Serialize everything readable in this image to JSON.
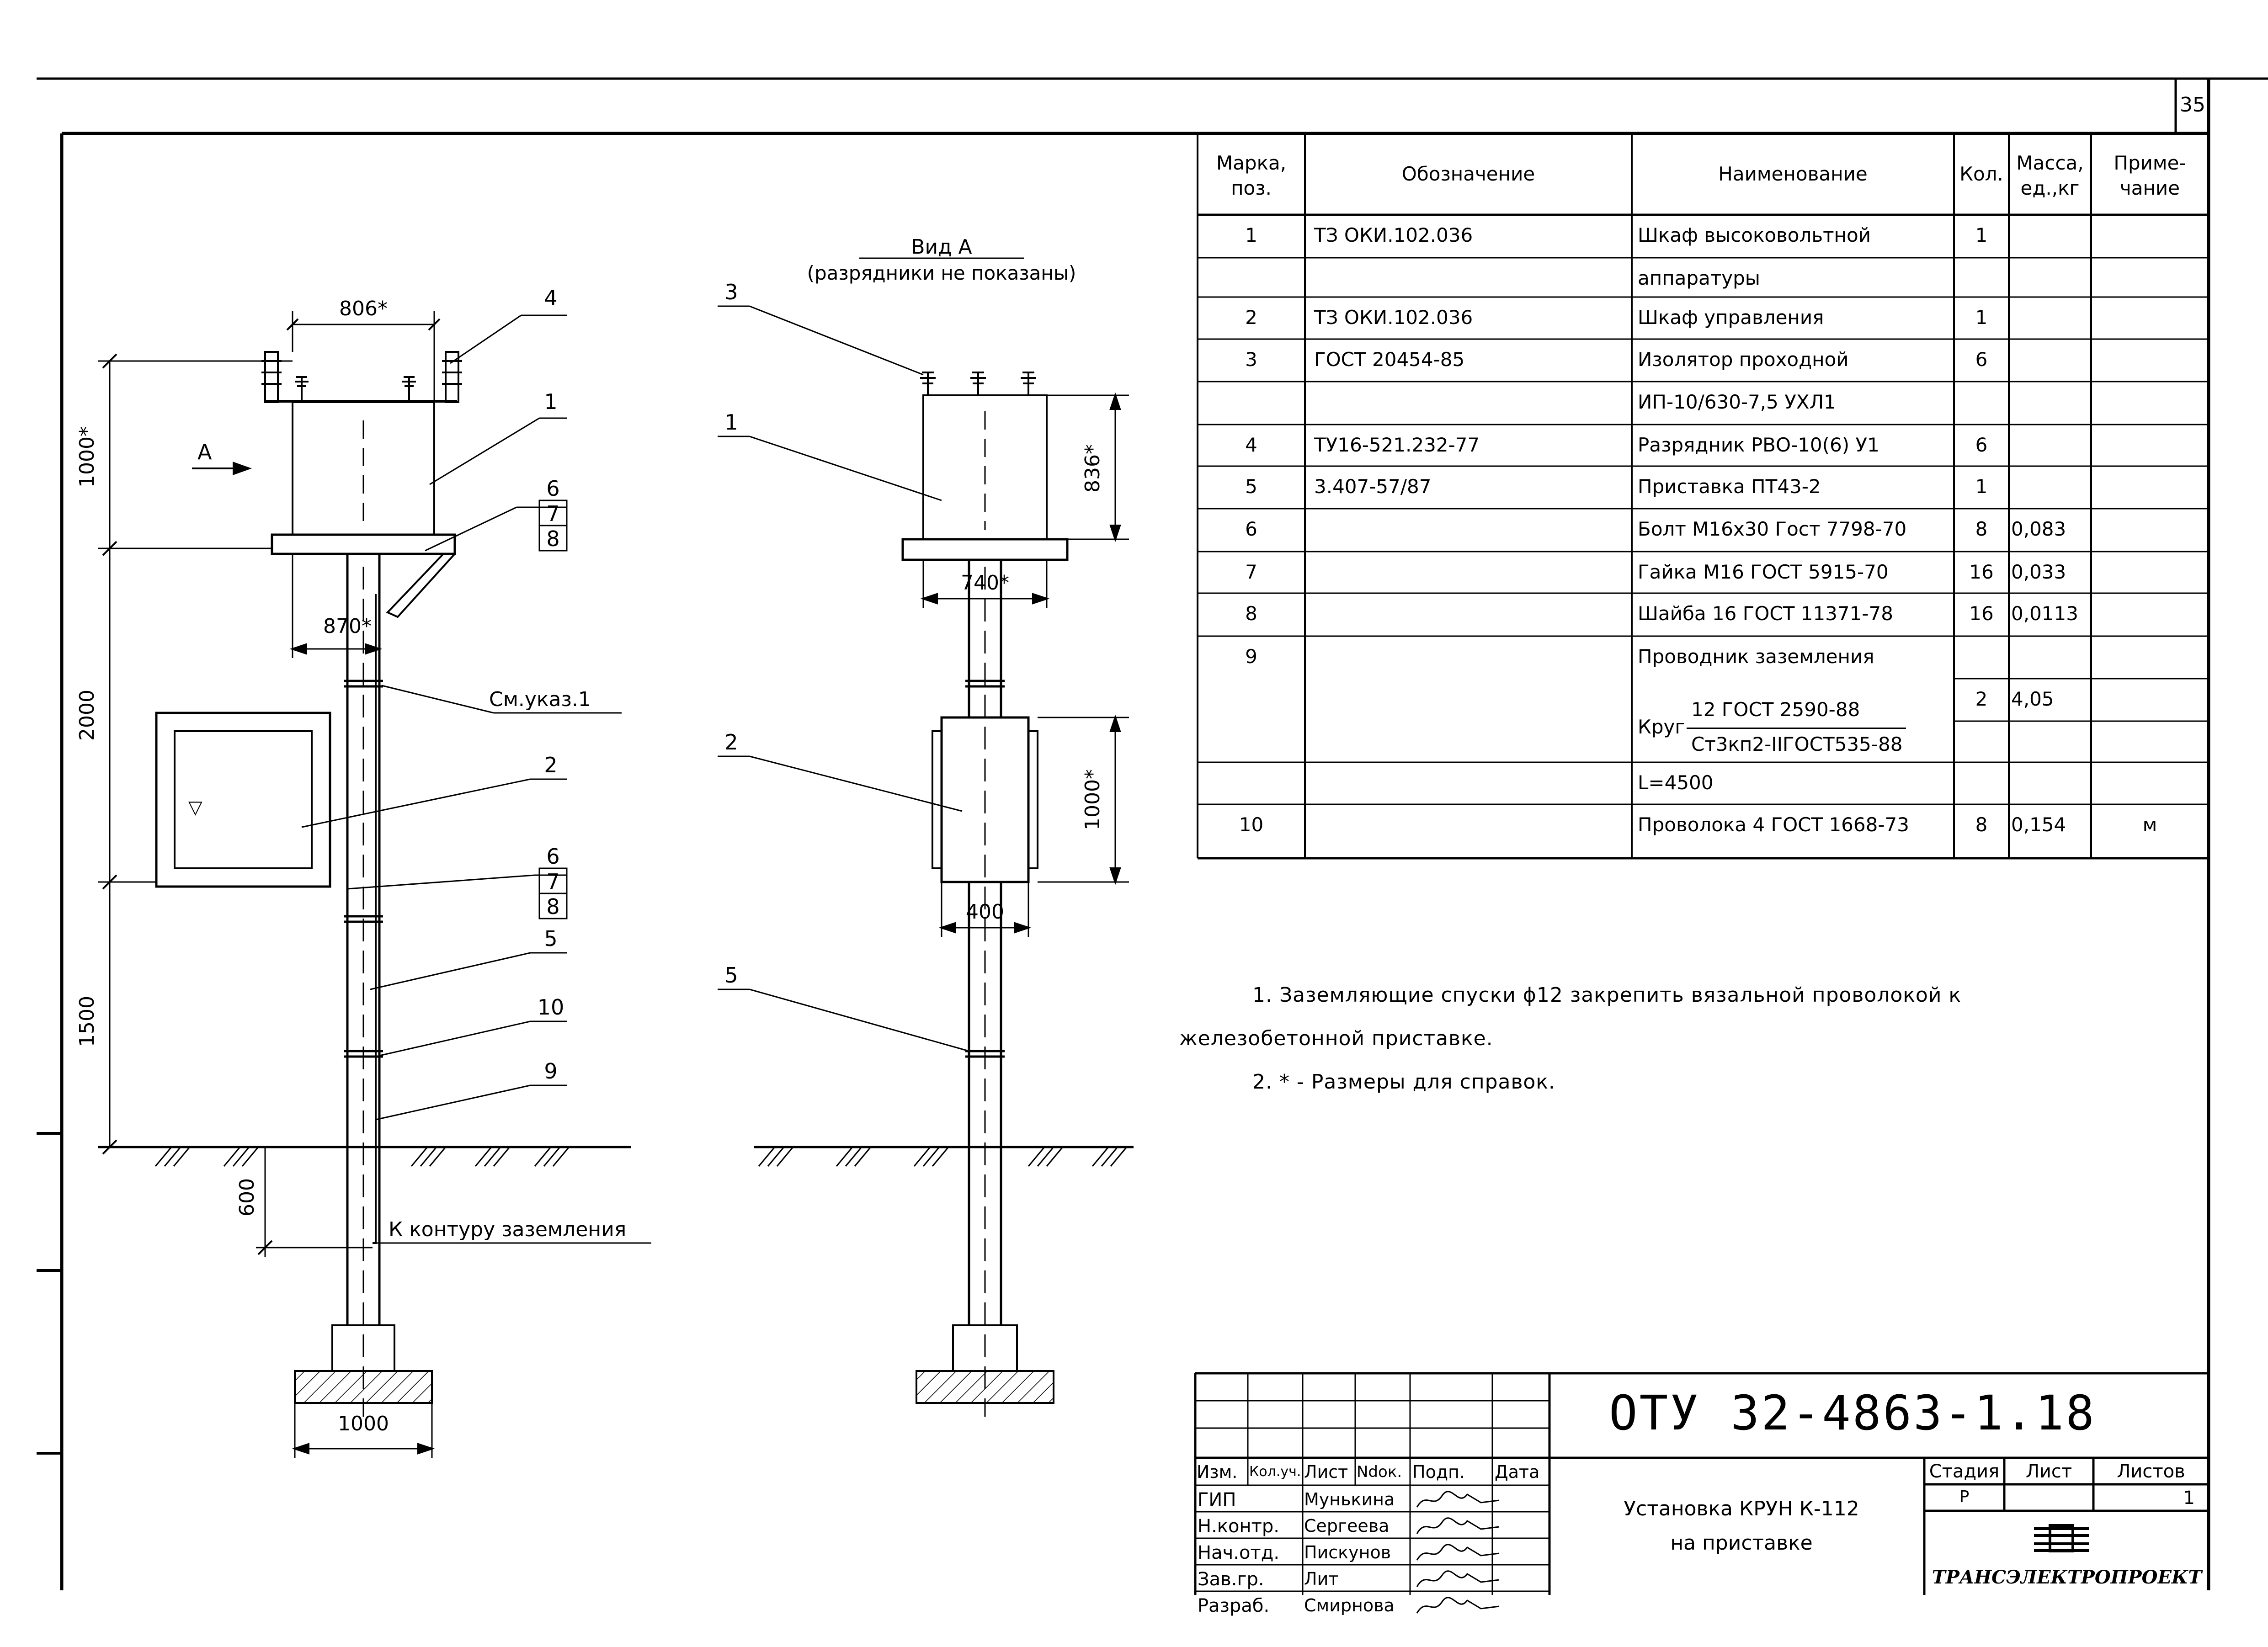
{
  "sheet_number": "35",
  "drawing": {
    "view_title": "Вид А",
    "view_subtitle": "(разрядники не показаны)",
    "view_arrow_label": "А",
    "dims": {
      "top_width": "806*",
      "mount_width": "870*",
      "base_width": "1000",
      "h_top": "1000*",
      "h_mid": "2000",
      "h_low": "1500",
      "depth": "600",
      "side_box_h": "836*",
      "side_mount_w": "740*",
      "side_cab_h": "1000*",
      "side_cab_w": "400"
    },
    "callouts": {
      "c4": "4",
      "c1": "1",
      "c6a": "6",
      "c7a": "7",
      "c8a": "8",
      "c2": "2",
      "c6b": "6",
      "c7b": "7",
      "c8b": "8",
      "c5": "5",
      "c10": "10",
      "c9": "9",
      "s3": "3",
      "s1": "1",
      "s2": "2",
      "s5": "5"
    },
    "note_ref": "См.указ.1",
    "ground_label": "К контуру заземления",
    "cabinet_mark": "▽"
  },
  "spec": {
    "headers": [
      "Марка, поз.",
      "Обозначение",
      "Наименование",
      "Кол.",
      "Масса, ед.,кг",
      "Приме-чание"
    ],
    "header_lines": {
      "mark": [
        "Марка,",
        "поз."
      ],
      "designation": [
        "Обозначение"
      ],
      "name": [
        "Наименование"
      ],
      "qty": [
        "Кол."
      ],
      "mass": [
        "Масса,",
        "ед.,кг"
      ],
      "note": [
        "Приме-",
        "чание"
      ]
    },
    "rows": [
      {
        "mark": "1",
        "designation": "ТЗ ОКИ.102.036",
        "name": "Шкаф высоковольтной",
        "qty": "1",
        "mass": "",
        "note": ""
      },
      {
        "mark": "",
        "designation": "",
        "name": "аппаратуры",
        "qty": "",
        "mass": "",
        "note": ""
      },
      {
        "mark": "2",
        "designation": "ТЗ ОКИ.102.036",
        "name": "Шкаф управления",
        "qty": "1",
        "mass": "",
        "note": ""
      },
      {
        "mark": "3",
        "designation": "ГОСТ 20454-85",
        "name": "Изолятор проходной",
        "qty": "6",
        "mass": "",
        "note": ""
      },
      {
        "mark": "",
        "designation": "",
        "name": "ИП-10/630-7,5 УХЛ1",
        "qty": "",
        "mass": "",
        "note": ""
      },
      {
        "mark": "4",
        "designation": "ТУ16-521.232-77",
        "name": "Разрядник РВО-10(6) У1",
        "qty": "6",
        "mass": "",
        "note": ""
      },
      {
        "mark": "5",
        "designation": "3.407-57/87",
        "name": "Приставка ПТ43-2",
        "qty": "1",
        "mass": "",
        "note": ""
      },
      {
        "mark": "6",
        "designation": "",
        "name": "Болт М16х30 Гост 7798-70",
        "qty": "8",
        "mass": "0,083",
        "note": ""
      },
      {
        "mark": "7",
        "designation": "",
        "name": "Гайка М16 ГОСТ 5915-70",
        "qty": "16",
        "mass": "0,033",
        "note": ""
      },
      {
        "mark": "8",
        "designation": "",
        "name": "Шайба 16 ГОСТ 11371-78",
        "qty": "16",
        "mass": "0,0113",
        "note": ""
      },
      {
        "mark": "9",
        "designation": "",
        "name": "Проводник заземления",
        "qty": "",
        "mass": "",
        "note": ""
      },
      {
        "mark": "",
        "designation": "",
        "name": "",
        "qty": "2",
        "mass": "4,05",
        "note": ""
      },
      {
        "mark": "",
        "designation": "",
        "name": "",
        "qty": "",
        "mass": "",
        "note": ""
      },
      {
        "mark": "",
        "designation": "",
        "name": "L=4500",
        "qty": "",
        "mass": "",
        "note": ""
      },
      {
        "mark": "10",
        "designation": "",
        "name": "Проволока 4  ГОСТ 1668-73",
        "qty": "8",
        "mass": "0,154",
        "note": "м"
      }
    ],
    "krug": {
      "prefix": "Круг",
      "numerator": "12 ГОСТ 2590-88",
      "denominator": "Ст3кп2-IIГОСТ535-88"
    }
  },
  "notes": [
    "1. Заземляющие спуски ϕ12 закрепить вязальной проволокой к",
    "железобетонной приставке.",
    "2. * - Размеры для справок."
  ],
  "title_block": {
    "code": "ОТУ 32-4863-1.18",
    "title_line1": "Установка КРУН К-112",
    "title_line2": "на приставке",
    "col_headers": [
      "Изм.",
      "Кол.уч.",
      "Лист",
      "Ndок.",
      "Подп.",
      "Дата"
    ],
    "people": [
      {
        "role": "ГИП",
        "name": "Мунькина"
      },
      {
        "role": "Н.контр.",
        "name": "Сергеева"
      },
      {
        "role": "Нач.отд.",
        "name": "Пискунов"
      },
      {
        "role": "Зав.гр.",
        "name": "Лит"
      },
      {
        "role": "Разраб.",
        "name": "Смирнова"
      }
    ],
    "stage_header": "Стадия",
    "sheet_header": "Лист",
    "sheets_header": "Листов",
    "stage": "Р",
    "sheets": "1",
    "org": "ТРАНСЭЛЕКТРОПРОЕКТ"
  }
}
